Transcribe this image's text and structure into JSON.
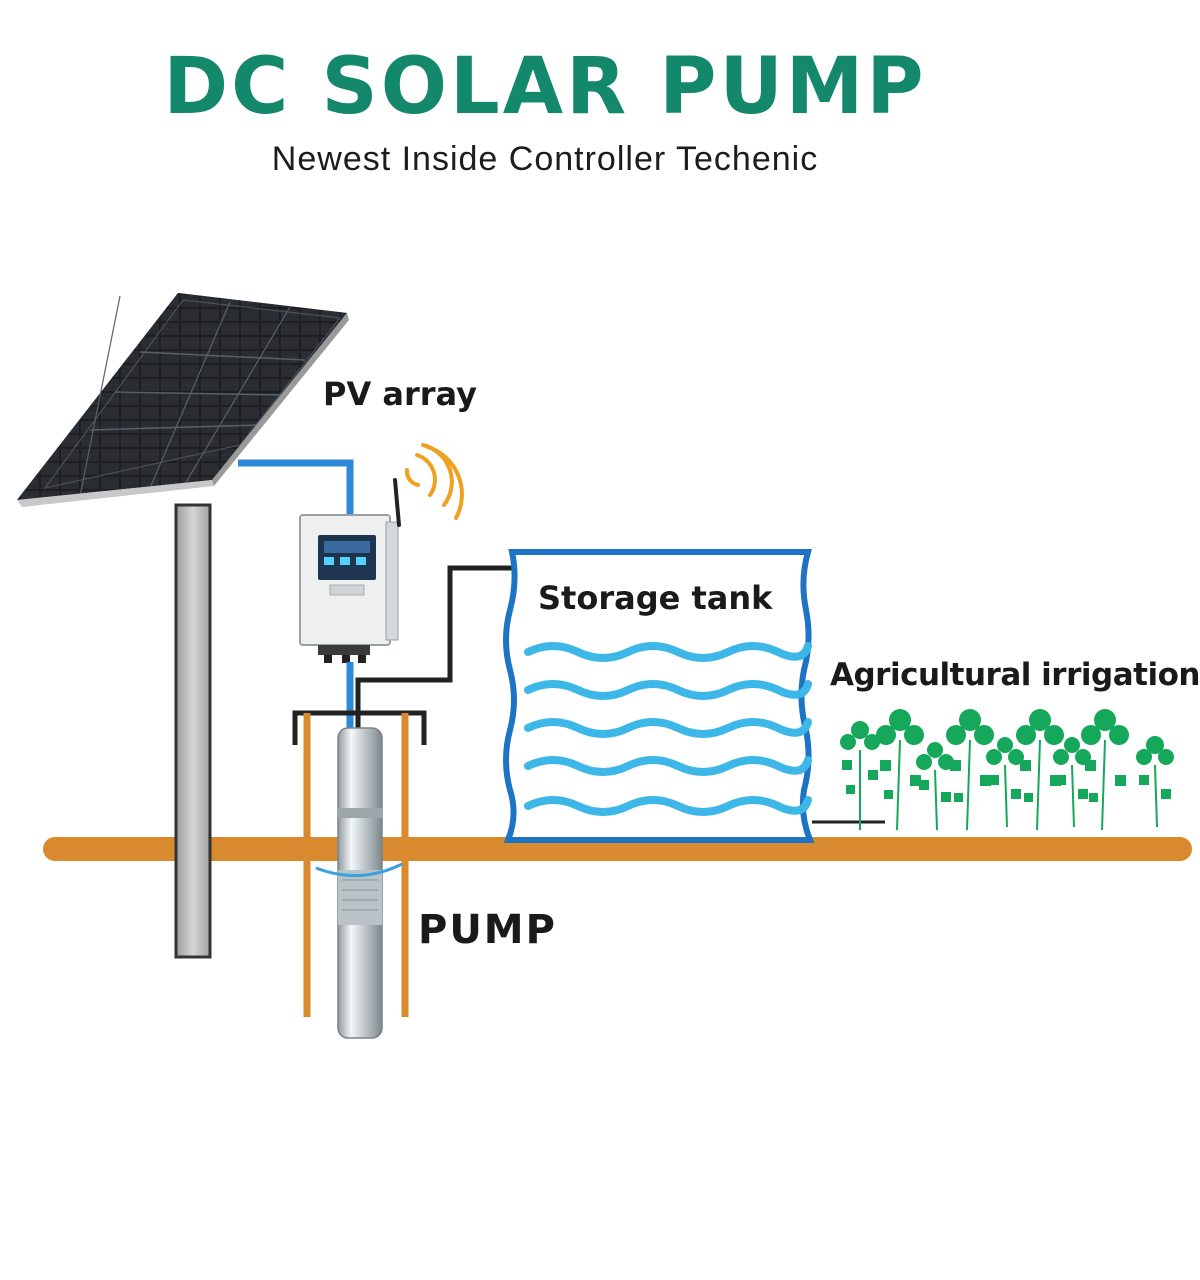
{
  "header": {
    "title": "DC SOLAR PUMP",
    "subtitle": "Newest Inside Controller Techenic"
  },
  "labels": {
    "pv_array": "PV array",
    "storage_tank": "Storage tank",
    "irrigation": "Agricultural irrigation",
    "pump": "PUMP"
  },
  "colors": {
    "title_green": "#14886a",
    "ground_orange": "#d98a2e",
    "cable_blue": "#2e8ad6",
    "water_blue": "#3db6e8",
    "tank_outline": "#1d74c4",
    "signal_orange": "#f0a020",
    "plant_green": "#16a85a"
  }
}
